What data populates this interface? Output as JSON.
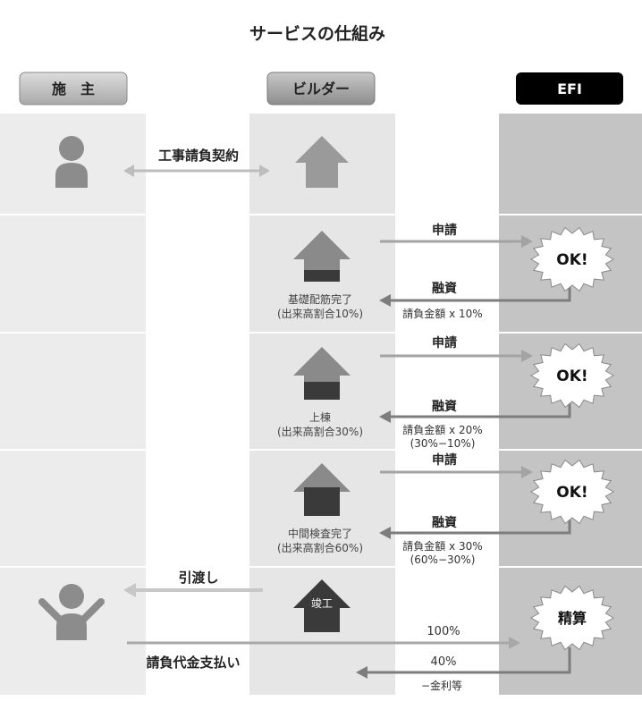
{
  "title": "サービスの仕組み",
  "headers": {
    "owner": "施　主",
    "builder": "ビルダー",
    "efi": "EFI"
  },
  "row1": {
    "contract": "工事請負契約"
  },
  "stage_foundation": {
    "application": "申請",
    "financing": "融資",
    "amount": "請負金額 x 10%",
    "stage_name": "基礎配筋完了",
    "completion_rate": "(出来高割合10%)",
    "approval": "OK!"
  },
  "stage_framing": {
    "application": "申請",
    "financing": "融資",
    "amount": "請負金額 x 20%",
    "amount_note": "(30%−10%)",
    "stage_name": "上棟",
    "completion_rate": "(出来高割合30%)",
    "approval": "OK!"
  },
  "stage_inspection": {
    "application": "申請",
    "financing": "融資",
    "amount": "請負金額 x 30%",
    "amount_note": "(60%−30%)",
    "stage_name": "中間検査完了",
    "completion_rate": "(出来高割合60%)",
    "approval": "OK!"
  },
  "stage_completion": {
    "handover": "引渡し",
    "completion_label": "竣工",
    "payment": "請負代金支払い",
    "payment_pct": "100%",
    "refund_pct": "40%",
    "deduction": "−金利等",
    "settlement": "精算"
  },
  "colors": {
    "band_light": "#ececec",
    "band_dark": "#c4c4c4",
    "arrow_light": "#b9b9b9",
    "arrow_dark": "#838383",
    "person": "#8c8c8c",
    "text": "#222222"
  }
}
